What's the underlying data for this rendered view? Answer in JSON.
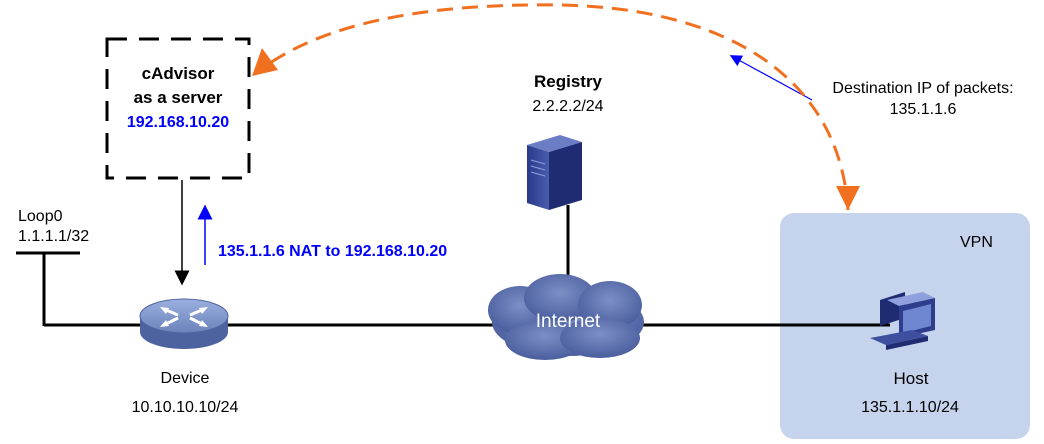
{
  "server": {
    "name_line1": "cAdvisor",
    "name_line2": "as a server",
    "ip": "192.168.10.20"
  },
  "registry": {
    "name": "Registry",
    "ip": "2.2.2.2/24"
  },
  "loopback": {
    "name": "Loop0",
    "ip": "1.1.1.1/32"
  },
  "device": {
    "name": "Device",
    "ip": "10.10.10.10/24"
  },
  "nat_note": "135.1.1.6 NAT to 192.168.10.20",
  "destination_note": {
    "line1": "Destination IP of packets:",
    "line2": "135.1.1.6"
  },
  "internet": {
    "label": "Internet"
  },
  "vpn": {
    "label": "VPN"
  },
  "host": {
    "name": "Host",
    "ip": "135.1.1.10/24"
  },
  "colors": {
    "accent_blue": "#0000ff",
    "dashed_orange": "#f07020",
    "vpn_fill": "#c5d3ec",
    "cloud_fill": "#5a6fae",
    "router_fill": "#7a92c8"
  }
}
